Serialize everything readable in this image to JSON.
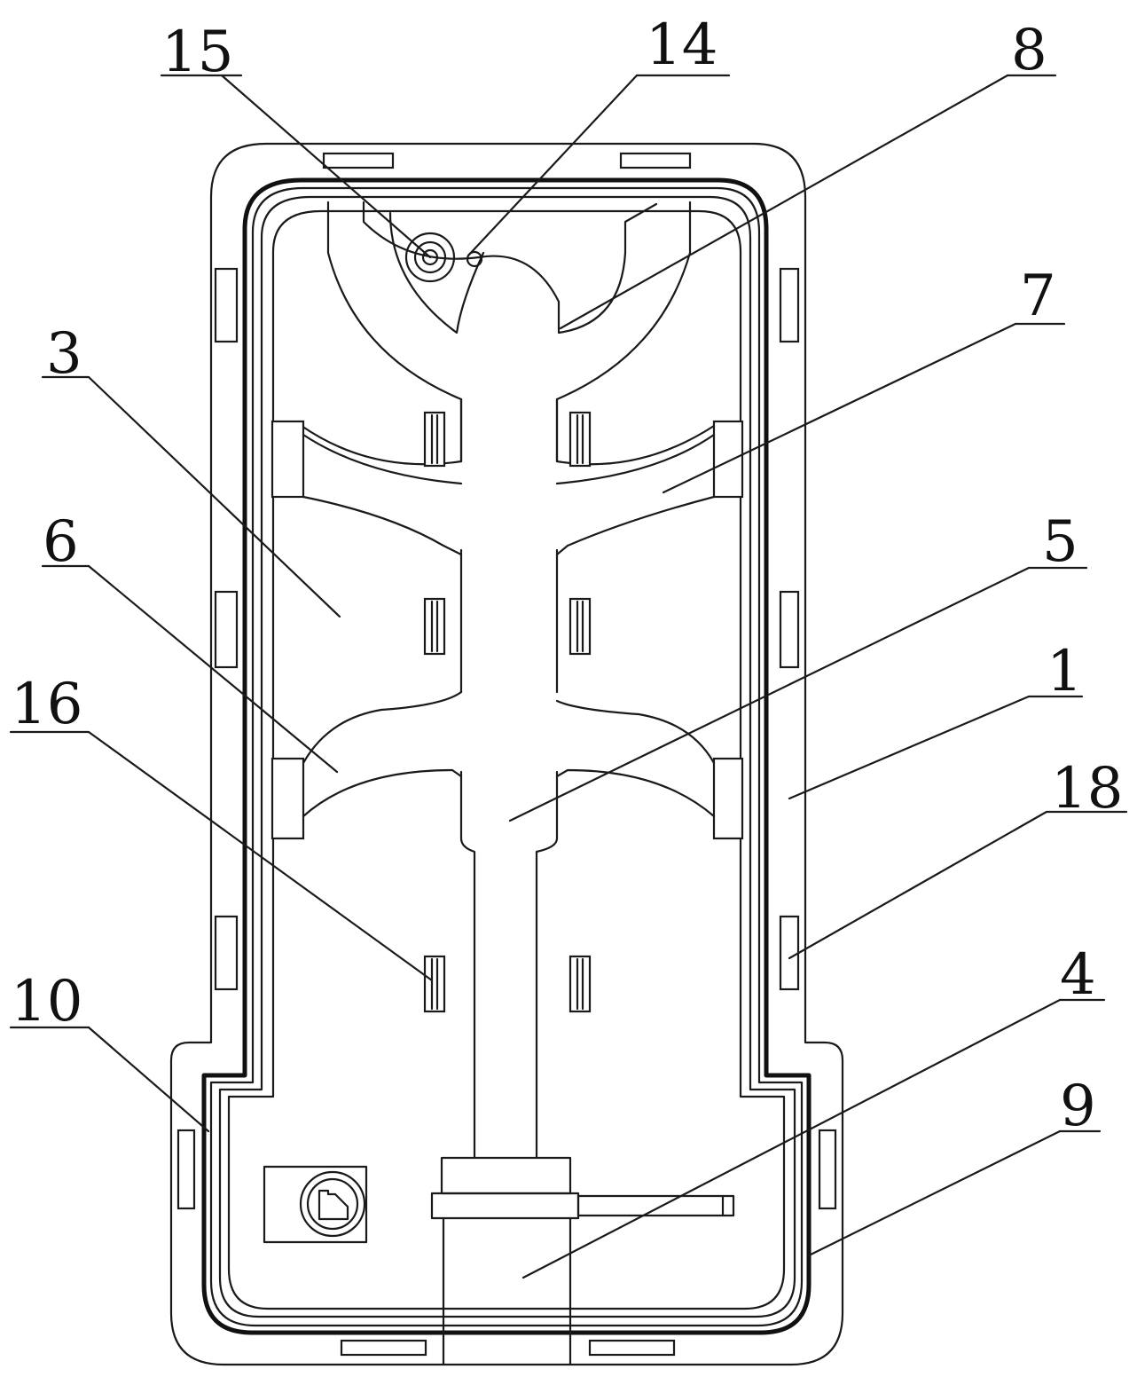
{
  "reference_labels": [
    {
      "id": "ref-15",
      "text": "15"
    },
    {
      "id": "ref-14",
      "text": "14"
    },
    {
      "id": "ref-8",
      "text": "8"
    },
    {
      "id": "ref-7",
      "text": "7"
    },
    {
      "id": "ref-3",
      "text": "3"
    },
    {
      "id": "ref-6",
      "text": "6"
    },
    {
      "id": "ref-5",
      "text": "5"
    },
    {
      "id": "ref-1",
      "text": "1"
    },
    {
      "id": "ref-16",
      "text": "16"
    },
    {
      "id": "ref-18",
      "text": "18"
    },
    {
      "id": "ref-10",
      "text": "10"
    },
    {
      "id": "ref-4",
      "text": "4"
    },
    {
      "id": "ref-9",
      "text": "9"
    }
  ],
  "colors": {
    "line": "#1a1a1a",
    "background": "#ffffff"
  }
}
